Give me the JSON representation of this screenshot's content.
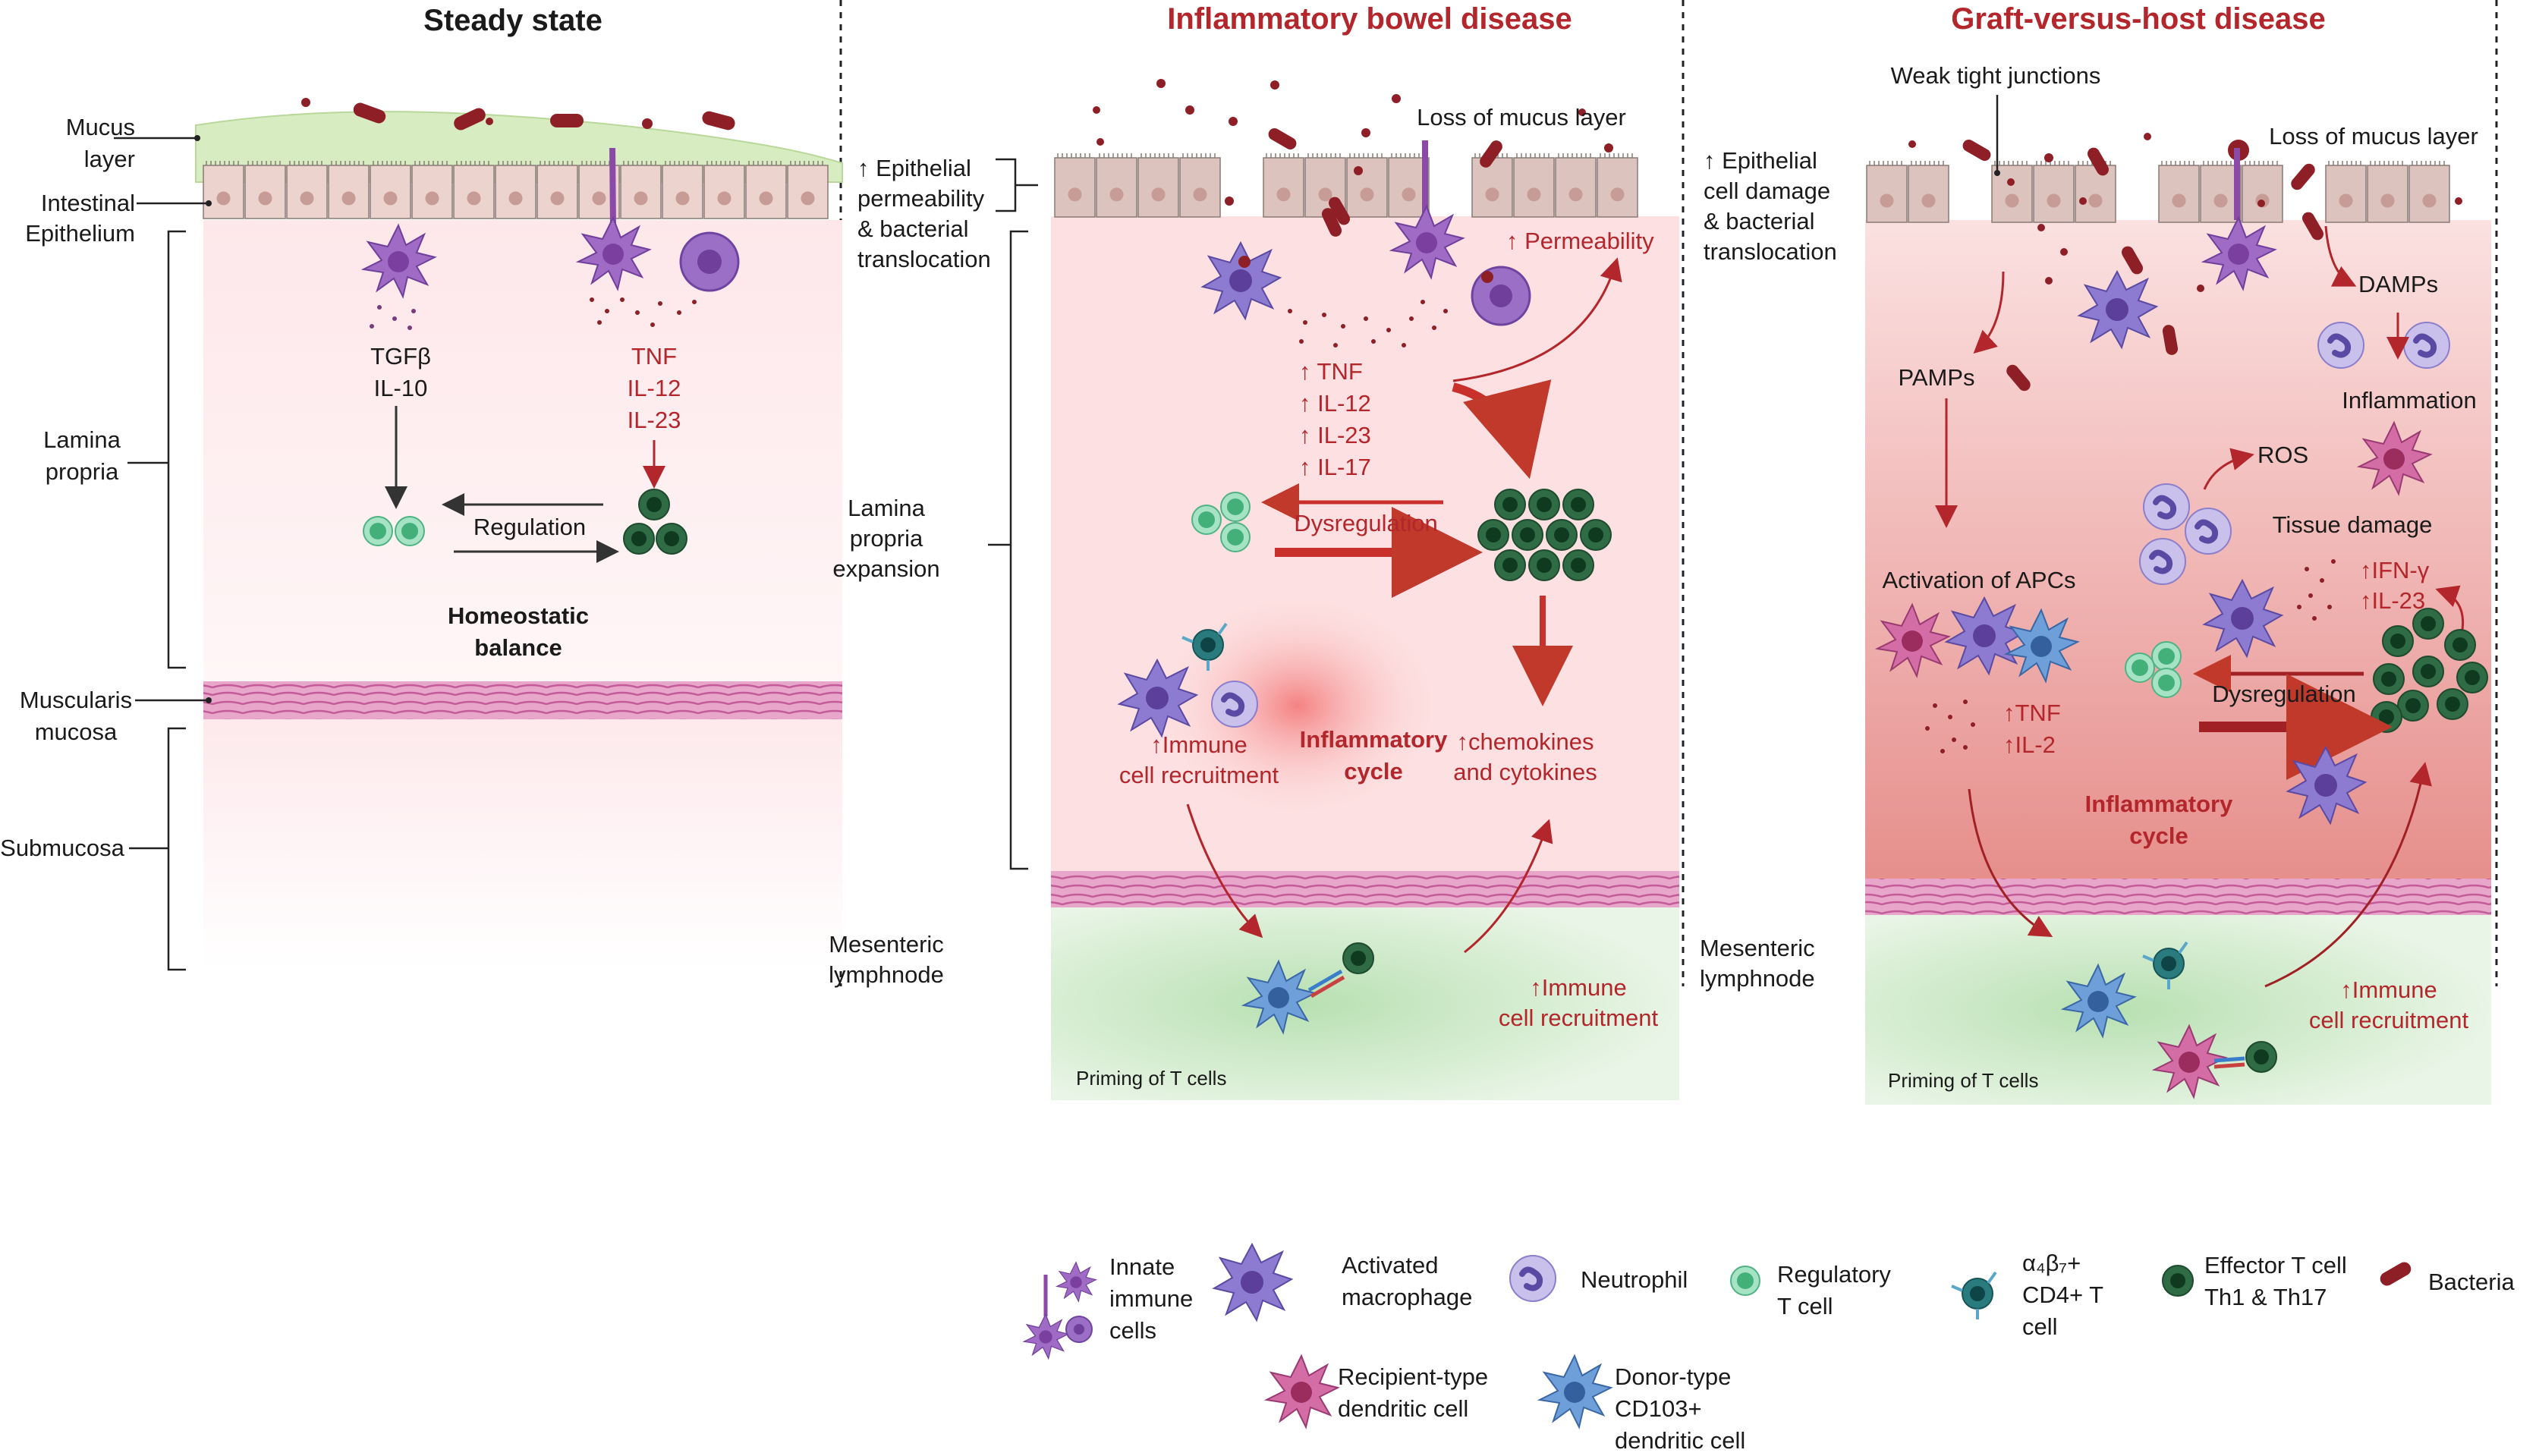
{
  "panels": {
    "steady": {
      "title": "Steady state",
      "left_labels": {
        "mucus": [
          "Mucus",
          "layer"
        ],
        "epithelium": [
          "Intestinal",
          "Epithelium"
        ],
        "lamina": [
          "Lamina",
          "propria"
        ],
        "muscularis": [
          "Muscularis",
          "mucosa"
        ],
        "submucosa": "Submucosa"
      },
      "cytokines_left": [
        "TGFβ",
        "IL-10"
      ],
      "cytokines_right": [
        "TNF",
        "IL-12",
        "IL-23"
      ],
      "regulation": "Regulation",
      "balance": [
        "Homeostatic",
        "balance"
      ]
    },
    "ibd": {
      "title": "Inflammatory bowel disease",
      "left_labels": {
        "permeability": [
          "↑ Epithelial",
          "permeability",
          "& bacterial",
          "translocation"
        ],
        "lamina": [
          "Lamina",
          "propria",
          "expansion"
        ],
        "mesenteric": [
          "Mesenteric",
          "lymphnode"
        ]
      },
      "loss_mucus": "Loss of mucus layer",
      "permeability_up": "↑ Permeability",
      "cytokines": [
        "↑ TNF",
        "↑ IL-12",
        "↑ IL-23",
        "↑ IL-17"
      ],
      "dysregulation": "Dysregulation",
      "immune_recruit": [
        "↑Immune",
        "cell recruitment"
      ],
      "cycle": [
        "Inflammatory",
        "cycle"
      ],
      "chemokines": [
        "↑chemokines",
        "and cytokines"
      ],
      "immune_recruit2": [
        "↑Immune",
        "cell recruitment"
      ],
      "priming": "Priming of T cells"
    },
    "gvhd": {
      "title": "Graft-versus-host disease",
      "left_labels": {
        "damage": [
          "↑ Epithelial",
          "cell damage",
          "& bacterial",
          "translocation"
        ],
        "mesenteric": [
          "Mesenteric",
          "lymphnode"
        ]
      },
      "weak_tj": "Weak tight junctions",
      "loss_mucus": "Loss of mucus layer",
      "damps": "DAMPs",
      "pamps": "PAMPs",
      "inflammation": "Inflammation",
      "ros": "ROS",
      "tissue_damage": "Tissue damage",
      "activation": "Activation of APCs",
      "ifn": [
        "↑IFN-γ",
        "↑IL-23"
      ],
      "tnf": [
        "↑TNF",
        "↑IL-2"
      ],
      "dysregulation": "Dysregulation",
      "cycle": [
        "Inflammatory",
        "cycle"
      ],
      "immune_recruit": [
        "↑Immune",
        "cell recruitment"
      ],
      "priming": "Priming of T cells"
    }
  },
  "legend": {
    "innate": [
      "Innate",
      "immune",
      "cells"
    ],
    "macrophage": [
      "Activated",
      "macrophage"
    ],
    "neutrophil": "Neutrophil",
    "treg": [
      "Regulatory",
      "T cell"
    ],
    "a4b7": [
      "α₄β₇+",
      "CD4+ T",
      "cell"
    ],
    "effector": [
      "Effector T cell",
      "Th1 & Th17"
    ],
    "bacteria": "Bacteria",
    "recipient_dc": [
      "Recipient-type",
      "dendritic cell"
    ],
    "donor_dc": [
      "Donor-type",
      "CD103+",
      "dendritic cell"
    ]
  },
  "colors": {
    "red_text": "#b3262b",
    "mucus": "#d7ecc0",
    "epithelium": "#ead1cb",
    "muscularis": "#e39bc4",
    "lymph": "#cde9c8",
    "lamina_steady": "#fdecee",
    "lamina_ibd": "#fde0e1",
    "lamina_gvhd": "#efaaa6"
  }
}
